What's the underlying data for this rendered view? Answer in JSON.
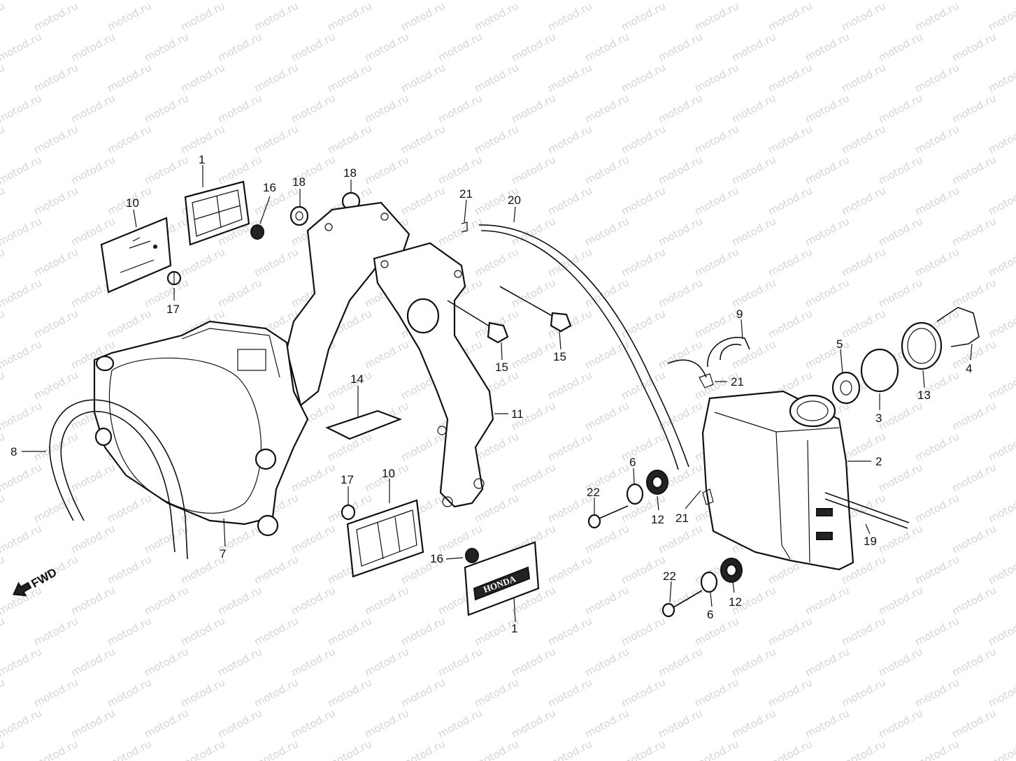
{
  "watermark": "motod.ru",
  "direction": "FWD",
  "emblem_text": "HONDA",
  "callouts": [
    {
      "id": "c1a",
      "text": "1"
    },
    {
      "id": "c10a",
      "text": "10"
    },
    {
      "id": "c16a",
      "text": "16"
    },
    {
      "id": "c18a",
      "text": "18"
    },
    {
      "id": "c18b",
      "text": "18"
    },
    {
      "id": "c17a",
      "text": "17"
    },
    {
      "id": "c21a",
      "text": "21"
    },
    {
      "id": "c20",
      "text": "20"
    },
    {
      "id": "c15a",
      "text": "15"
    },
    {
      "id": "c15b",
      "text": "15"
    },
    {
      "id": "c14",
      "text": "14"
    },
    {
      "id": "c11",
      "text": "11"
    },
    {
      "id": "c8",
      "text": "8"
    },
    {
      "id": "c7",
      "text": "7"
    },
    {
      "id": "c17b",
      "text": "17"
    },
    {
      "id": "c10b",
      "text": "10"
    },
    {
      "id": "c16b",
      "text": "16"
    },
    {
      "id": "c1b",
      "text": "1"
    },
    {
      "id": "c9",
      "text": "9"
    },
    {
      "id": "c21b",
      "text": "21"
    },
    {
      "id": "c5",
      "text": "5"
    },
    {
      "id": "c4",
      "text": "4"
    },
    {
      "id": "c3",
      "text": "3"
    },
    {
      "id": "c13",
      "text": "13"
    },
    {
      "id": "c2",
      "text": "2"
    },
    {
      "id": "c6a",
      "text": "6"
    },
    {
      "id": "c22a",
      "text": "22"
    },
    {
      "id": "c12a",
      "text": "12"
    },
    {
      "id": "c21c",
      "text": "21"
    },
    {
      "id": "c19",
      "text": "19"
    },
    {
      "id": "c22b",
      "text": "22"
    },
    {
      "id": "c6b",
      "text": "6"
    },
    {
      "id": "c12b",
      "text": "12"
    }
  ]
}
